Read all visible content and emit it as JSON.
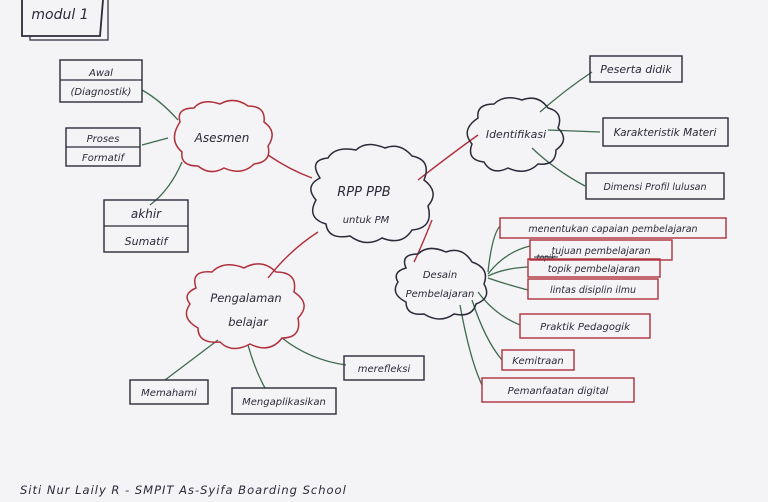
{
  "module_label": "modul 1",
  "central": {
    "line1": "RPP PPB",
    "line2": "untuk PM"
  },
  "asesmen": {
    "title": "Asesmen",
    "boxes": [
      {
        "top": "Awal",
        "bottom": "(Diagnostik)"
      },
      {
        "top": "Proses",
        "bottom": "Formatif"
      },
      {
        "top": "akhir",
        "bottom": "Sumatif"
      }
    ]
  },
  "identifikasi": {
    "title": "Identifikasi",
    "items": [
      "Peserta didik",
      "Karakteristik Materi",
      "Dimensi Profil lulusan"
    ]
  },
  "desain": {
    "line1": "Desain",
    "line2": "Pembelajaran",
    "items": [
      "menentukan capaian pembelajaran",
      "tujuan pembelajaran",
      "topik pembelajaran",
      "lintas disiplin ilmu",
      "Praktik Pedagogik",
      "Kemitraan",
      "Pemanfaatan digital"
    ],
    "strike_word": "topik"
  },
  "pengalaman": {
    "line1": "Pengalaman",
    "line2": "belajar",
    "items": [
      "Memahami",
      "Mengaplikasikan",
      "merefleksi"
    ]
  },
  "footer": "Siti Nur Laily R - SMPIT As-Syifa Boarding School",
  "colors": {
    "ink": "#2b2b3a",
    "red": "#b0303c",
    "green": "#3e6b50",
    "paper": "#f4f3f5"
  }
}
